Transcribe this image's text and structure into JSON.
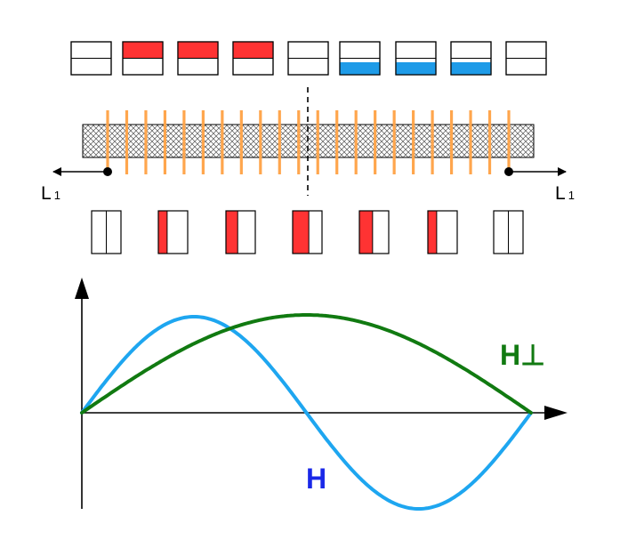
{
  "labels": {
    "left_length": "L",
    "left_length_sub": "1",
    "right_length": "L",
    "right_length_sub": "1",
    "curve_h": "H",
    "curve_h_perp": "H⊥"
  },
  "colors": {
    "red": "#ff3333",
    "blue": "#1e9be8",
    "orange": "#ffa64d",
    "curve_blue": "#1ea6f0",
    "curve_green": "#117a11",
    "label_blue": "#1a28e8",
    "label_green": "#117a11",
    "ink": "#000000"
  },
  "top_indicators": [
    {
      "fill": "none",
      "level": 0.5
    },
    {
      "fill": "red",
      "level": 0.5
    },
    {
      "fill": "red",
      "level": 0.5
    },
    {
      "fill": "red",
      "level": 0.5
    },
    {
      "fill": "none",
      "level": 0.5
    },
    {
      "fill": "blue",
      "level": 0.5
    },
    {
      "fill": "blue",
      "level": 0.5
    },
    {
      "fill": "blue",
      "level": 0.5
    },
    {
      "fill": "none",
      "level": 0.5
    }
  ],
  "bottom_indicators": [
    {
      "fill": "none",
      "level": 0.5
    },
    {
      "fill": "red",
      "level": 0.3
    },
    {
      "fill": "red",
      "level": 0.4
    },
    {
      "fill": "red",
      "level": 0.55
    },
    {
      "fill": "red",
      "level": 0.45
    },
    {
      "fill": "red",
      "level": 0.3
    },
    {
      "fill": "none",
      "level": 0.5
    }
  ],
  "coil_turns": 22
}
